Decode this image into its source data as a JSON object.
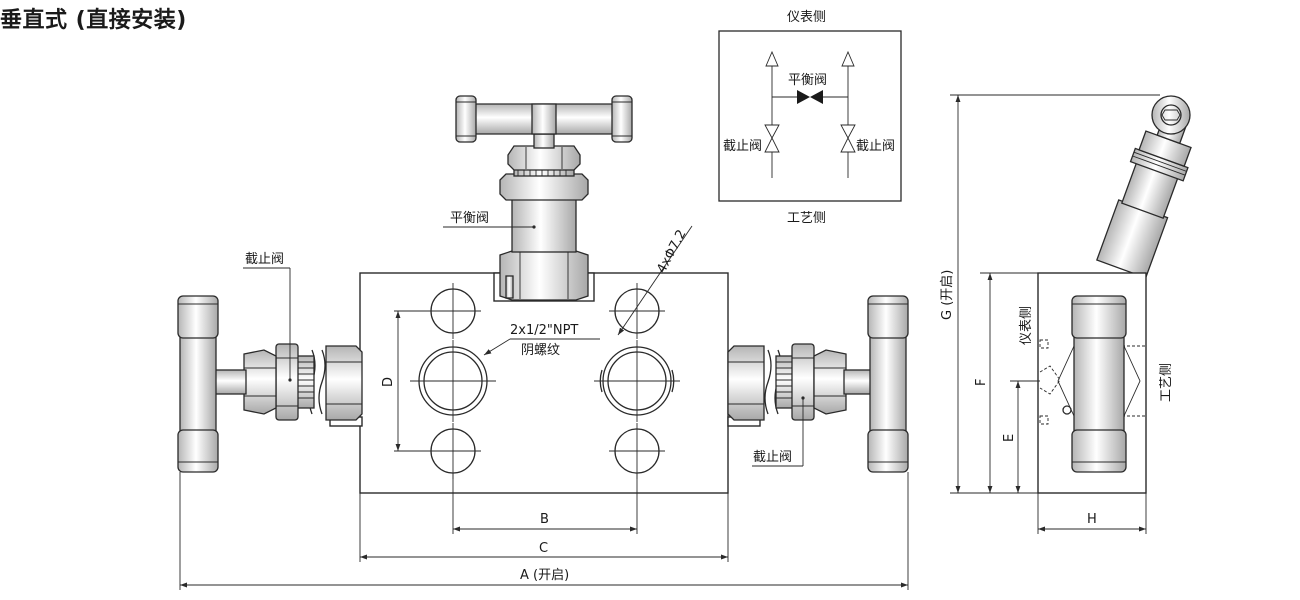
{
  "title": "垂直式 (直接安装)",
  "labels": {
    "balance_valve": "平衡阀",
    "stop_valve_left": "截止阀",
    "stop_valve_right": "截止阀",
    "holes": "4xΦ7.2",
    "thread_line1": "2x1/2\"NPT",
    "thread_line2": "阴螺纹"
  },
  "schematic": {
    "top_label": "仪表侧",
    "bottom_label": "工艺侧",
    "balance_valve": "平衡阀",
    "stop_valve_left": "截止阀",
    "stop_valve_right": "截止阀"
  },
  "side_view": {
    "instrument_side": "仪表侧",
    "process_side": "工艺侧"
  },
  "dimensions": {
    "A": "A (开启)",
    "B": "B",
    "C": "C",
    "D": "D",
    "E": "E",
    "F": "F",
    "G": "G (开启)",
    "H": "H"
  },
  "colors": {
    "line": "#2a2a2a",
    "metal_light": "#ffffff",
    "metal_dark": "#bdbdbd"
  }
}
